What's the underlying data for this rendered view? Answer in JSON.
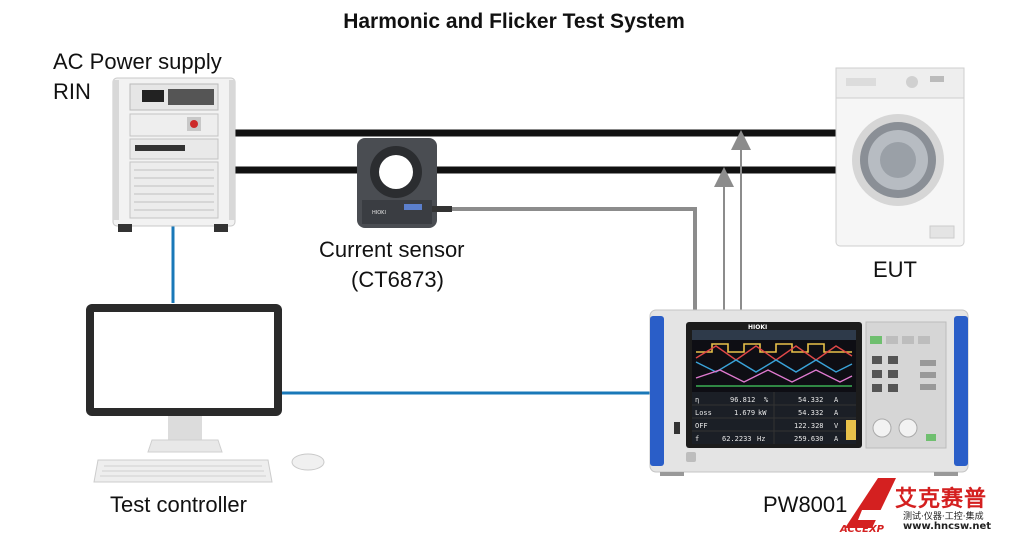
{
  "title": "Harmonic and Flicker Test System",
  "labels": {
    "ac_power_line1": "AC Power supply",
    "ac_power_line2": "RIN",
    "current_sensor_line1": "Current sensor",
    "current_sensor_line2": "(CT6873)",
    "eut": "EUT",
    "test_controller": "Test controller",
    "analyzer": "PW8001"
  },
  "device_text": {
    "analyzer_brand": "HIOKI",
    "sensor_brand": "HIOKI",
    "readings": [
      {
        "label": "η",
        "value": "96.812",
        "unit": "%"
      },
      {
        "label": "Loss",
        "value": "1.679",
        "unit": "kW"
      },
      {
        "label": "OFF",
        "value": "",
        "unit": ""
      },
      {
        "label": "f",
        "value": "62.2233",
        "unit": "Hz"
      }
    ],
    "readings_right": [
      {
        "value": "54.332",
        "unit": "A"
      },
      {
        "value": "54.332",
        "unit": "A"
      },
      {
        "value": "122.328",
        "unit": "V"
      },
      {
        "value": "259.630",
        "unit": "A"
      }
    ]
  },
  "watermark": {
    "brand_cn": "艾克赛普",
    "sub_cn": "测试·仪器·工控·集成",
    "url": "www.hncsw.net",
    "logo_text": "ACCEXP"
  },
  "colors": {
    "power_line": "#111111",
    "signal_line_blue": "#1a78b8",
    "sensor_line_gray": "#8c8c8c",
    "watermark_red": "#d42020",
    "analyzer_accent": "#2a5ec8"
  }
}
